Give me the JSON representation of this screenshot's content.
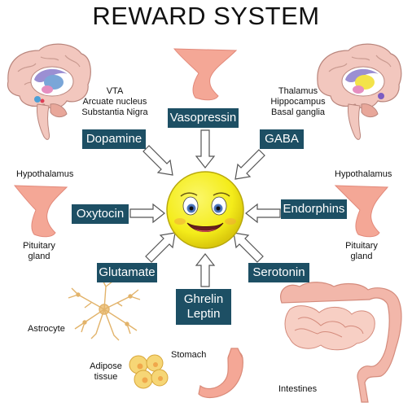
{
  "title": "REWARD SYSTEM",
  "hormones": {
    "dopamine": "Dopamine",
    "vasopressin": "Vasopressin",
    "gaba": "GABA",
    "oxytocin": "Oxytocin",
    "endorphins": "Endorphins",
    "glutamate": "Glutamate",
    "serotonin": "Serotonin",
    "ghrelin": "Ghrelin",
    "leptin": "Leptin"
  },
  "labels": {
    "dopamine_sources": [
      "VTA",
      "Arcuate nucleus",
      "Substantia Nigra"
    ],
    "gaba_sources": [
      "Thalamus",
      "Hippocampus",
      "Basal ganglia"
    ],
    "hypothalamus_left": "Hypothalamus",
    "hypothalamus_right": "Hypothalamus",
    "pituitary_left": [
      "Pituitary",
      "gland"
    ],
    "pituitary_right": [
      "Pituitary",
      "gland"
    ],
    "astrocyte": "Astrocyte",
    "adipose": [
      "Adipose",
      "tissue"
    ],
    "stomach": "Stomach",
    "intestines": "Intestines"
  },
  "colors": {
    "box": "#1d4f64",
    "smiley": "#f4ec1a",
    "pituitary": "#f4a796",
    "brain": "#f2c7be",
    "intestine": "#f2b7aa"
  },
  "icons": [
    "brain-icon",
    "pituitary-icon",
    "smiley-face-icon",
    "astrocyte-icon",
    "adipose-tissue-icon",
    "stomach-icon",
    "intestines-icon",
    "arrow-icon"
  ]
}
